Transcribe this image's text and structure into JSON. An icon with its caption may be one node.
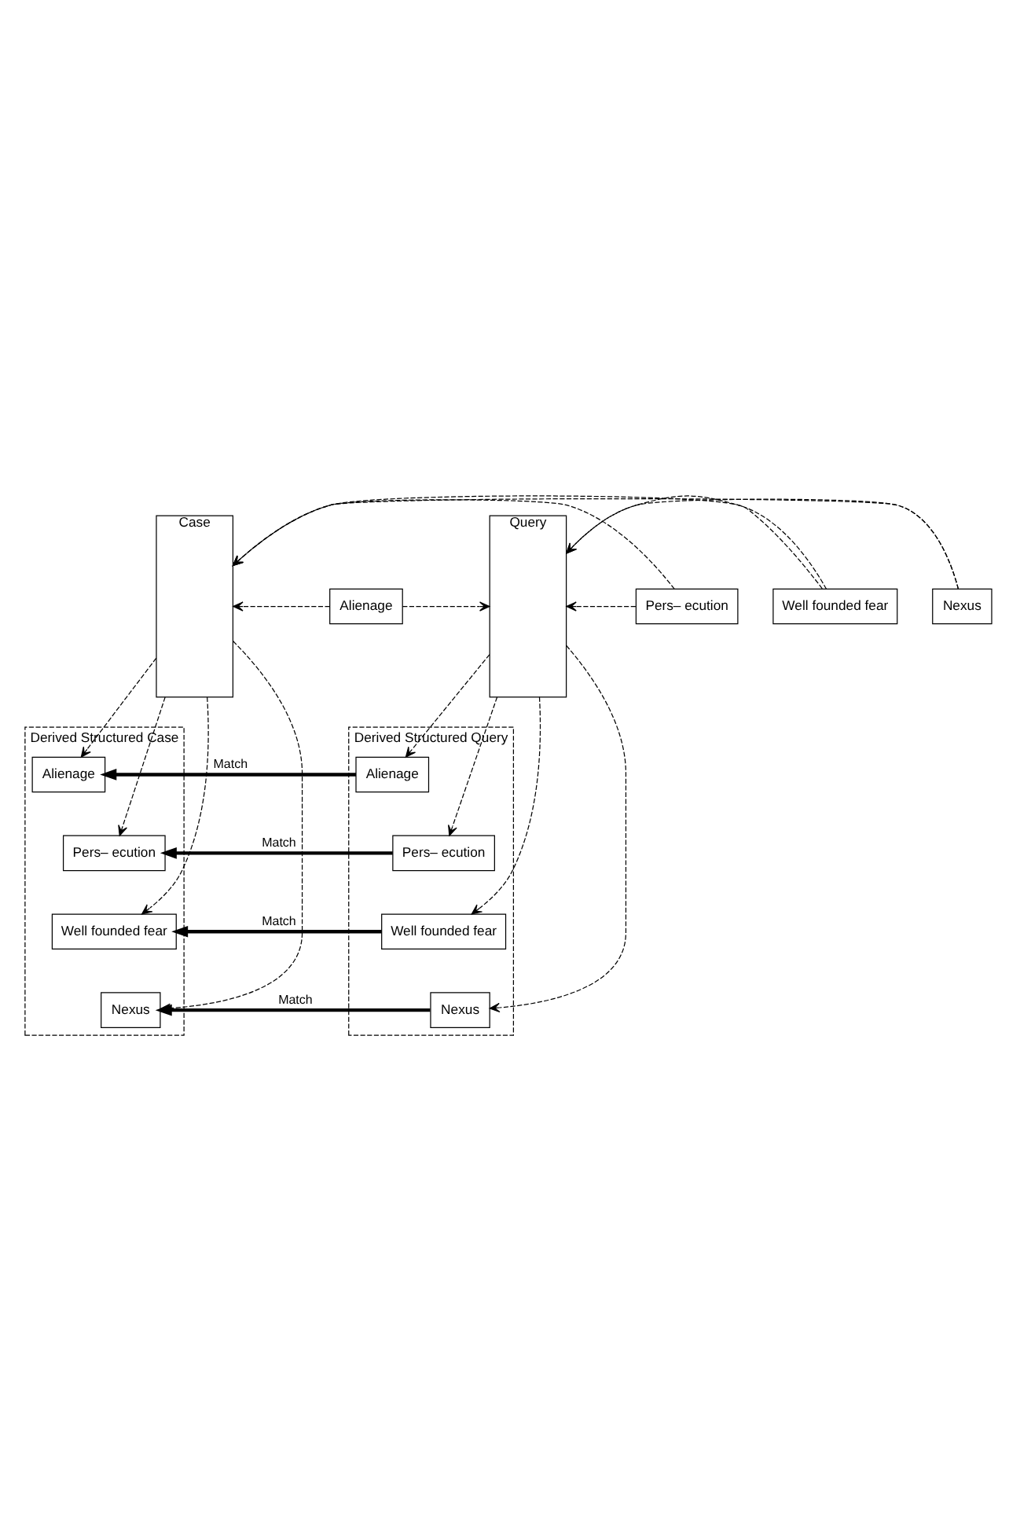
{
  "diagram": {
    "nodes": [
      {
        "text": [
          "Case"
        ]
      },
      {
        "text": [
          "Query"
        ]
      },
      {
        "text": [
          "Alienage"
        ]
      },
      {
        "text": [
          "Pers– ecution"
        ]
      },
      {
        "text": [
          "Well founded fear"
        ]
      },
      {
        "text": [
          "Nexus"
        ]
      },
      {
        "text": [
          "Derived Structured Case"
        ]
      },
      {
        "text": [
          "Alienage"
        ],
        "in": 6
      },
      {
        "text": [
          "Pers– ecution"
        ],
        "in": 6
      },
      {
        "text": [
          "Well founded fear"
        ],
        "in": 6
      },
      {
        "text": [
          "Nexus"
        ],
        "in": 6
      },
      {
        "text": [
          "Derived Structured Query"
        ]
      },
      {
        "text": [
          "Alienage"
        ],
        "in": 11
      },
      {
        "text": [
          "Pers– ecution"
        ],
        "in": 11
      },
      {
        "text": [
          "Well founded fear"
        ],
        "in": 11
      },
      {
        "text": [
          "Nexus"
        ],
        "in": 11
      }
    ],
    "edges": [
      {
        "from": 2,
        "to": 0,
        "arrow": "to",
        "style": "dashed"
      },
      {
        "from": 2,
        "to": 1,
        "arrow": "to",
        "style": "dashed"
      },
      {
        "from": 3,
        "to": 0,
        "arrow": "to",
        "style": "dashed"
      },
      {
        "from": 3,
        "to": 1,
        "arrow": "to",
        "style": "dashed"
      },
      {
        "from": 4,
        "to": 0,
        "arrow": "to",
        "style": "dashed"
      },
      {
        "from": 4,
        "to": 1,
        "arrow": "to",
        "style": "dashed"
      },
      {
        "from": 5,
        "to": 0,
        "arrow": "to",
        "style": "dashed"
      },
      {
        "from": 5,
        "to": 1,
        "arrow": "to",
        "style": "dashed"
      },
      {
        "from": 0,
        "to": 7,
        "arrow": "to",
        "style": "dashed"
      },
      {
        "from": 0,
        "to": 8,
        "arrow": "to",
        "style": "dashed"
      },
      {
        "from": 0,
        "to": 9,
        "arrow": "to",
        "style": "dashed"
      },
      {
        "from": 0,
        "to": 10,
        "arrow": "to",
        "style": "dashed"
      },
      {
        "from": 1,
        "to": 12,
        "arrow": "to",
        "style": "dashed"
      },
      {
        "from": 1,
        "to": 13,
        "arrow": "to",
        "style": "dashed"
      },
      {
        "from": 1,
        "to": 14,
        "arrow": "to",
        "style": "dashed"
      },
      {
        "from": 1,
        "to": 15,
        "arrow": "to",
        "style": "dashed"
      },
      {
        "from": 12,
        "to": 7,
        "arrow": "to",
        "label": "Match",
        "style": "thick"
      },
      {
        "from": 13,
        "to": 8,
        "arrow": "to",
        "label": "Match",
        "style": "thick"
      },
      {
        "from": 14,
        "to": 9,
        "arrow": "to",
        "label": "Match",
        "style": "thick"
      },
      {
        "from": 15,
        "to": 10,
        "arrow": "to",
        "label": "Match",
        "style": "thick"
      }
    ]
  }
}
